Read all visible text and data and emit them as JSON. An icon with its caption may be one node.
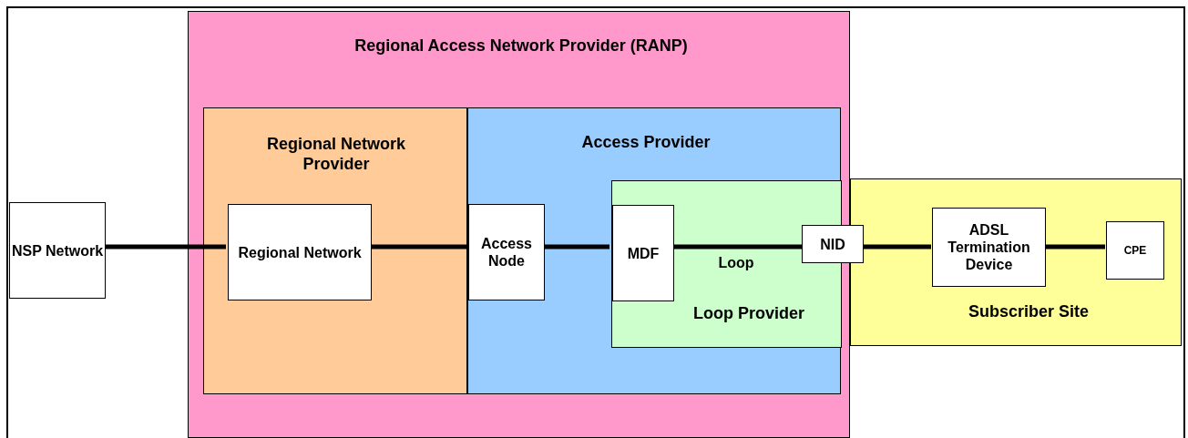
{
  "diagram": {
    "nodes": [
      {
        "text": [
          "Regional Access Network Provider (RANP)"
        ]
      },
      {
        "text": [
          "Regional Network Provider"
        ],
        "in": 0
      },
      {
        "text": [
          "Access Provider"
        ],
        "in": 0
      },
      {
        "text": [
          "Loop Provider"
        ],
        "in": 2
      },
      {
        "text": [
          "Subscriber Site"
        ]
      },
      {
        "text": [
          "NSP Network"
        ]
      },
      {
        "text": [
          "Regional Network"
        ],
        "in": 1
      },
      {
        "text": [
          "Access Node"
        ],
        "in": 2
      },
      {
        "text": [
          "MDF"
        ],
        "in": 3
      },
      {
        "text": [
          "NID"
        ]
      },
      {
        "text": [
          "ADSL Termination Device"
        ],
        "in": 4
      },
      {
        "text": [
          "CPE"
        ],
        "in": 4
      }
    ],
    "edges": [
      {
        "from": 5,
        "to": 6,
        "arrow": "none"
      },
      {
        "from": 6,
        "to": 7,
        "arrow": "none"
      },
      {
        "from": 7,
        "to": 8,
        "arrow": "none"
      },
      {
        "from": 8,
        "to": 9,
        "arrow": "none",
        "label": "Loop"
      },
      {
        "from": 9,
        "to": 10,
        "arrow": "none"
      },
      {
        "from": 10,
        "to": 11,
        "arrow": "none"
      }
    ]
  }
}
